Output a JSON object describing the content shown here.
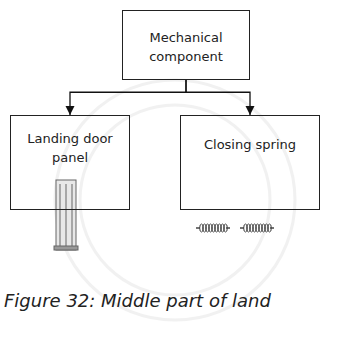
{
  "diagram": {
    "caption": "Figure 32: Middle part of land",
    "nodes": [
      {
        "text": [
          "Mechanical component"
        ]
      },
      {
        "text": [
          "Landing door panel"
        ]
      },
      {
        "text": [
          "Closing spring"
        ]
      }
    ],
    "edges": [
      {
        "from": 0,
        "to": 1,
        "arrow": "to"
      },
      {
        "from": 0,
        "to": 2,
        "arrow": "to"
      }
    ]
  }
}
